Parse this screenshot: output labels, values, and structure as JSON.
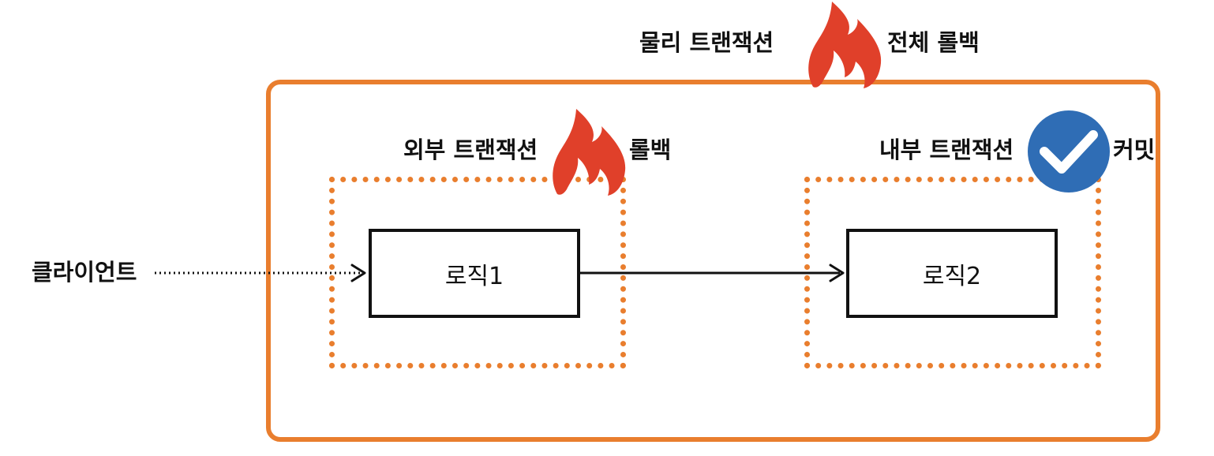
{
  "physical_tx": {
    "label": "물리 트랜잭션",
    "result": "전체 롤백"
  },
  "outer_tx": {
    "label": "외부 트랜잭션",
    "result": "롤백"
  },
  "inner_tx": {
    "label": "내부 트랜잭션",
    "result": "커밋"
  },
  "client": {
    "label": "클라이언트"
  },
  "logic1": {
    "label": "로직1"
  },
  "logic2": {
    "label": "로직2"
  },
  "icons": {
    "rollback": "fire-icon",
    "commit": "checkmark-circle-icon"
  },
  "colors": {
    "accent": "#E97E2E",
    "fire": "#E0402A",
    "commit": "#2F6DB5"
  }
}
